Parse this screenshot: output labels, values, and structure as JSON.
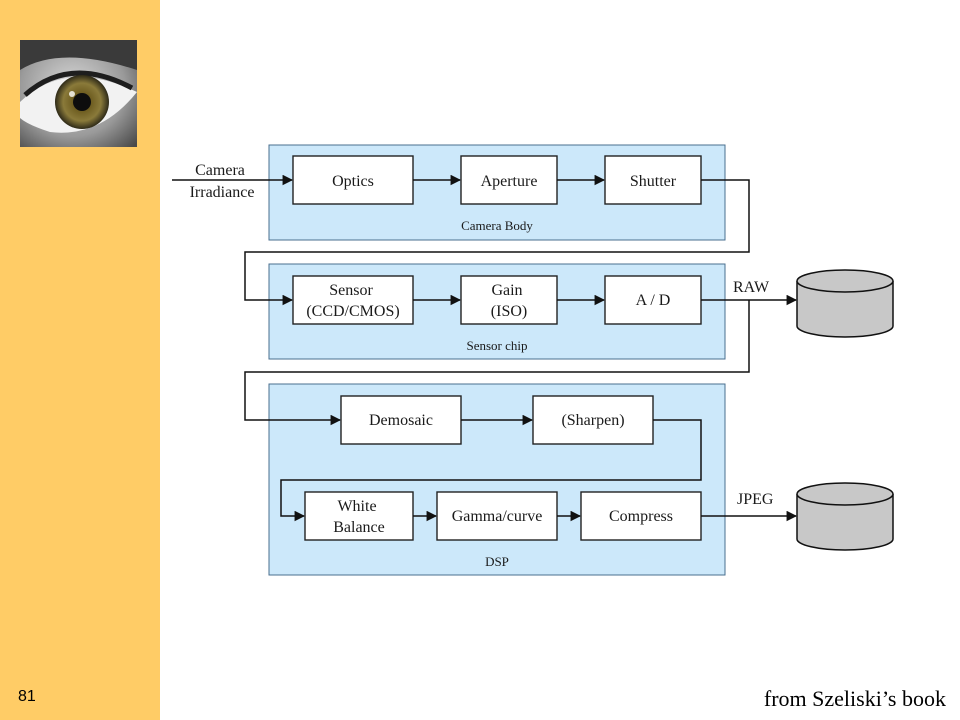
{
  "slide": {
    "page_number": "81",
    "credit": "from Szeliski’s book"
  },
  "diagram": {
    "input_label": [
      "Camera",
      "Irradiance"
    ],
    "panels": {
      "camera_body": "Camera Body",
      "sensor_chip": "Sensor chip",
      "dsp": "DSP"
    },
    "blocks": {
      "optics": [
        "Optics"
      ],
      "aperture": [
        "Aperture"
      ],
      "shutter": [
        "Shutter"
      ],
      "sensor": [
        "Sensor",
        "(CCD/CMOS)"
      ],
      "gain": [
        "Gain",
        "(ISO)"
      ],
      "ad": [
        "A / D"
      ],
      "demosaic": [
        "Demosaic"
      ],
      "sharpen": [
        "(Sharpen)"
      ],
      "white_balance": [
        "White",
        "Balance"
      ],
      "gamma": [
        "Gamma/curve"
      ],
      "compress": [
        "Compress"
      ]
    },
    "outputs": {
      "raw": "RAW",
      "jpeg": "JPEG"
    }
  }
}
